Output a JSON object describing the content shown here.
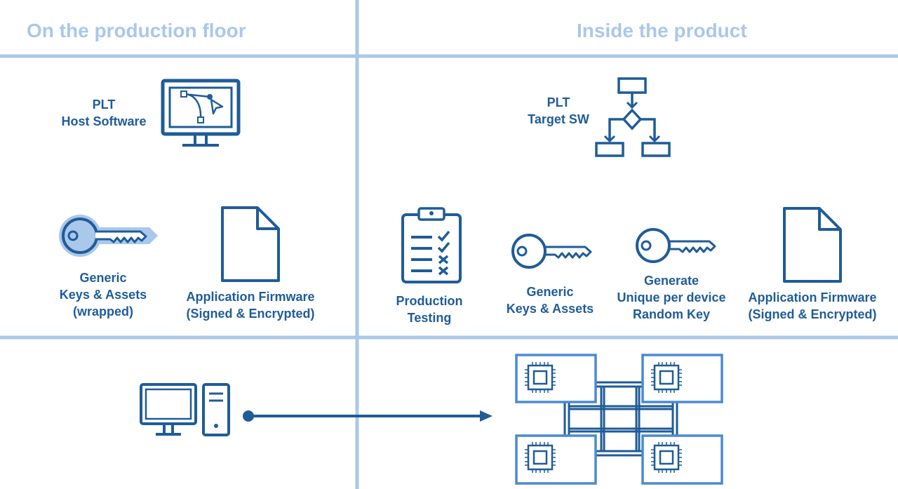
{
  "headers": {
    "left": "On the production floor",
    "right": "Inside the product"
  },
  "labels": {
    "plt_host": [
      "PLT",
      "Host Software"
    ],
    "plt_target": [
      "PLT",
      "Target SW"
    ],
    "generic_wrapped": [
      "Generic",
      "Keys & Assets",
      "(wrapped)"
    ],
    "firmware_left": [
      "Application Firmware",
      "(Signed & Encrypted)"
    ],
    "production_testing": [
      "Production",
      "Testing"
    ],
    "generic_keys": [
      "Generic",
      "Keys & Assets"
    ],
    "generate_key": [
      "Generate",
      "Unique per device",
      "Random Key"
    ],
    "firmware_right": [
      "Application Firmware",
      "(Signed & Encrypted)"
    ]
  },
  "icons": [
    "monitor-bezier-icon",
    "flowchart-icon",
    "wrapped-key-icon",
    "document-icon",
    "clipboard-checklist-icon",
    "key-icon",
    "document-icon",
    "desktop-computer-icon",
    "chip-array-icon",
    "arrow-icon"
  ],
  "colors": {
    "line": "#a9c8ea",
    "icon": "#1f5c99",
    "header": "#a9c8ea",
    "chip_frame": "#4a8ad4"
  }
}
